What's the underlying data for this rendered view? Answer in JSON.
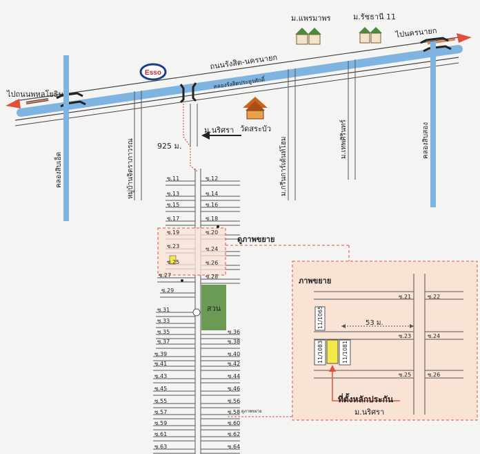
{
  "roads": {
    "main_road": "ถนนรังสิต-นครนายก",
    "canal_main": "คลองรังสิตประยูรศักดิ์",
    "to_west": "ไปถนนพหลโยธิน",
    "to_east": "ไปนครนายก",
    "canal_left": "คลองสิบเอ็ด",
    "canal_right": "คลองสิบสอง",
    "village_pw": "หมู่บ้านจิตราภาวรณ",
    "krintorn": "ม.กรีนการ์เด้นท์โฮม",
    "thepsiri": "ม.เทพศิรินทร์"
  },
  "landmarks": {
    "esso": "Esso",
    "wat": "วัดสระบัว",
    "praemaporn": "ม.แพรมาพร",
    "ratchathani": "ม.รัชธานี 11",
    "narisra": "ม.นริศรา",
    "distance": "925 ม.",
    "park": "สวน"
  },
  "sois_left": [
    "ซ.11",
    "ซ.13",
    "ซ.15",
    "ซ.17",
    "ซ.19",
    "ซ.23",
    "ซ.25",
    "ซ.27",
    "ซ.29",
    "ซ.31",
    "ซ.33",
    "ซ.35",
    "ซ.37",
    "ซ.39",
    "ซ.41",
    "ซ.43",
    "ซ.45",
    "ซ.55",
    "ซ.57",
    "ซ.59",
    "ซ.61",
    "ซ.63"
  ],
  "sois_right": [
    "ซ.12",
    "ซ.14",
    "ซ.16",
    "ซ.18",
    "ซ.20",
    "ซ.24",
    "ซ.26",
    "ซ.28",
    "ซ.36",
    "ซ.38",
    "ซ.40",
    "ซ.42",
    "ซ.44",
    "ซ.46",
    "ซ.56",
    "ซ.58",
    "ซ.60",
    "ซ.62",
    "ซ.64"
  ],
  "zoom": {
    "see_enlarged": "ดูภาพขยาย",
    "see_enlarged_small": "ดูภาพขยาย",
    "title": "ภาพขยาย",
    "soi21": "ซ.21",
    "soi22": "ซ.22",
    "soi23": "ซ.23",
    "soi24": "ซ.24",
    "soi25": "ซ.25",
    "soi26": "ซ.26",
    "dist": "53 ม.",
    "plot1": "11/1065",
    "plot2": "11/1083",
    "plot3": "11/1081",
    "location_label": "ที่ตั้งหลักประกัน",
    "village": "ม.นริศรา"
  },
  "colors": {
    "canal": "#7fb4e0",
    "accent": "#e0503a",
    "zoom_fill": "#f9e3d5",
    "park": "#6b9a55",
    "highlight": "#f2e84a"
  }
}
